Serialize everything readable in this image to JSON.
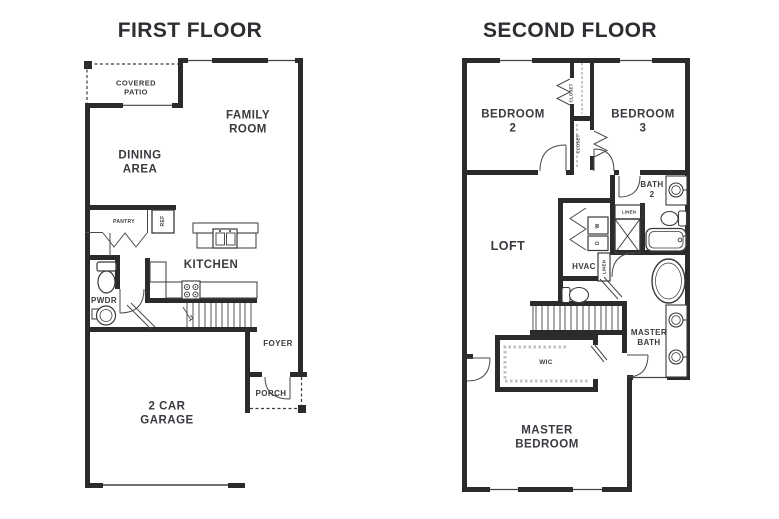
{
  "palette": {
    "wall": "#2b2b2b",
    "thin_line": "#4a4a4a",
    "text": "#3a3a40",
    "shelf_dash": "#c0c0c0"
  },
  "first_floor": {
    "title": "FIRST FLOOR",
    "rooms": {
      "covered_patio": "COVERED PATIO",
      "family_room": "FAMILY ROOM",
      "dining_area": "DINING AREA",
      "pantry": "PANTRY",
      "ref": "REF",
      "kitchen": "KITCHEN",
      "powder": "PWDR",
      "foyer": "FOYER",
      "porch": "PORCH",
      "garage": "2 CAR GARAGE"
    }
  },
  "second_floor": {
    "title": "SECOND FLOOR",
    "rooms": {
      "bedroom_2": "BEDROOM 2",
      "bedroom_3": "BEDROOM 3",
      "closet_top": "CLOSET",
      "closet_bottom": "CLOSET",
      "bath_2": "BATH 2",
      "linen_upper": "LINEN",
      "linen_lower": "LINEN",
      "washer": "W",
      "dryer": "D",
      "hvac": "HVAC",
      "loft": "LOFT",
      "wic": "WIC",
      "master_bath": "MASTER BATH",
      "master_bedroom": "MASTER BEDROOM"
    }
  }
}
